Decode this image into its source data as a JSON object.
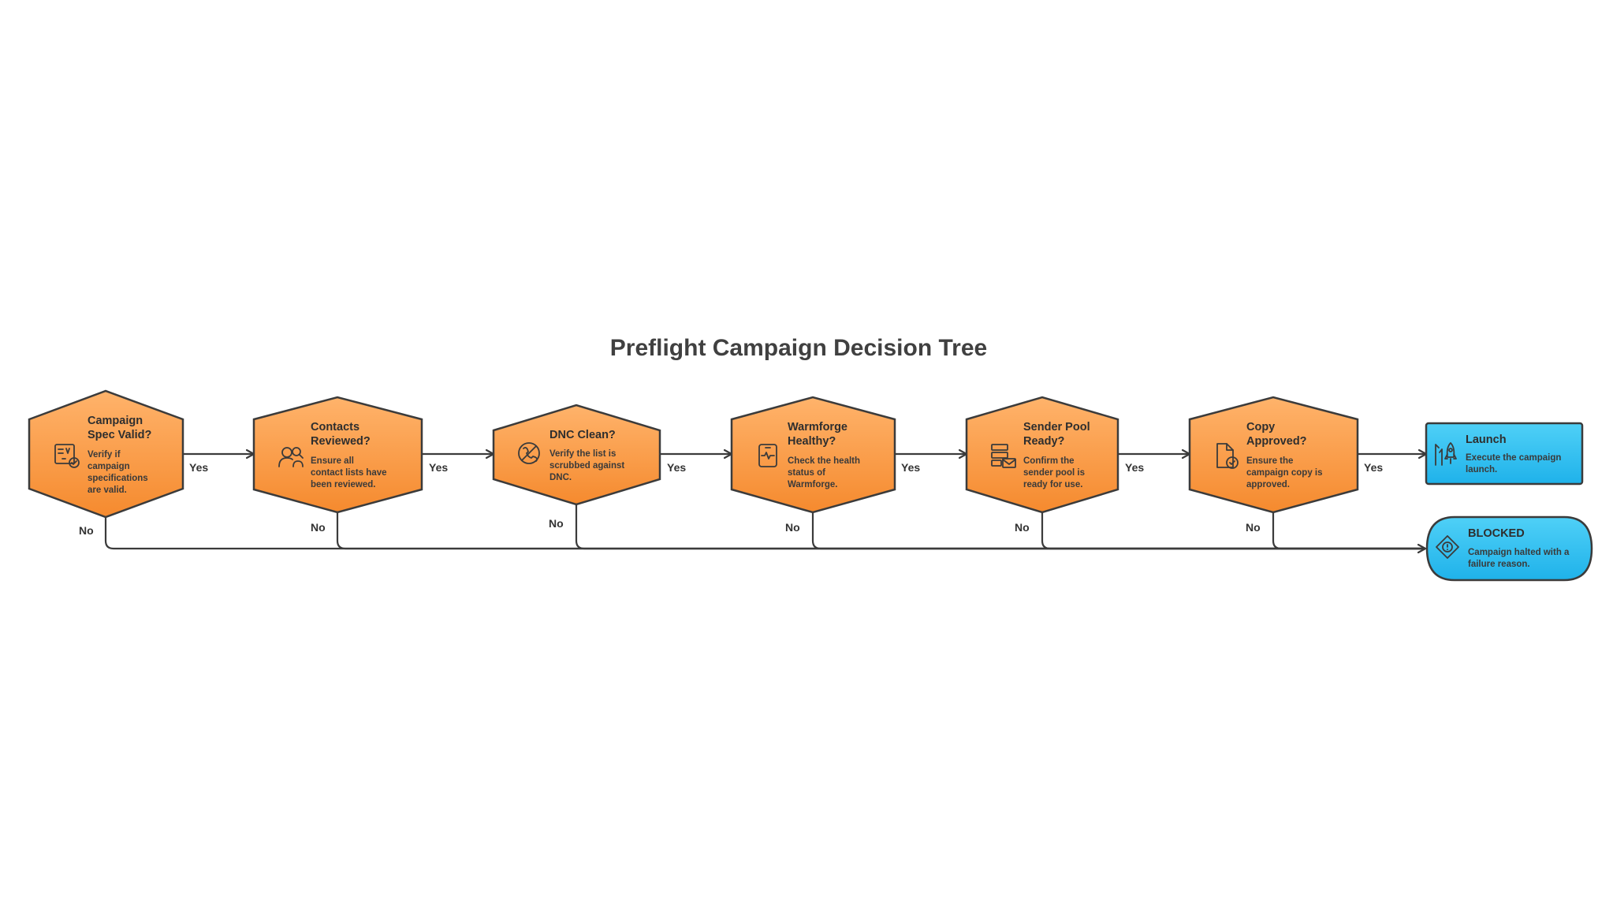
{
  "title": "Preflight Campaign Decision Tree",
  "decisions": [
    {
      "heading": [
        "Campaign",
        "Spec Valid?"
      ],
      "desc": [
        "Verify if",
        "campaign",
        "specifications",
        "are valid."
      ],
      "icon": "spec-check-icon"
    },
    {
      "heading": [
        "Contacts",
        "Reviewed?"
      ],
      "desc": [
        "Ensure all",
        "contact lists have",
        "been reviewed."
      ],
      "icon": "user-search-icon"
    },
    {
      "heading": [
        "DNC Clean?"
      ],
      "desc": [
        "Verify the list is",
        "scrubbed against",
        "DNC."
      ],
      "icon": "no-call-icon"
    },
    {
      "heading": [
        "Warmforge",
        "Healthy?"
      ],
      "desc": [
        "Check the health",
        "status of",
        "Warmforge."
      ],
      "icon": "health-monitor-icon"
    },
    {
      "heading": [
        "Sender Pool",
        "Ready?"
      ],
      "desc": [
        "Confirm the",
        "sender pool is",
        "ready for use."
      ],
      "icon": "server-mail-icon"
    },
    {
      "heading": [
        "Copy",
        "Approved?"
      ],
      "desc": [
        "Ensure the",
        "campaign copy is",
        "approved."
      ],
      "icon": "document-check-icon"
    }
  ],
  "outcomes": {
    "launch": {
      "heading": "Launch",
      "desc": [
        "Execute the campaign",
        "launch."
      ],
      "icon": "rocket-icon",
      "color": "#33c1f0"
    },
    "blocked": {
      "heading": "BLOCKED",
      "desc": [
        "Campaign halted with a",
        "failure reason."
      ],
      "icon": "warning-diamond-icon",
      "color": "#33c1f0"
    }
  },
  "edge_labels": {
    "yes": "Yes",
    "no": "No"
  },
  "colors": {
    "decision_top": "#ffb36b",
    "decision_bottom": "#f58a2e",
    "outline": "#3b3b3b"
  }
}
